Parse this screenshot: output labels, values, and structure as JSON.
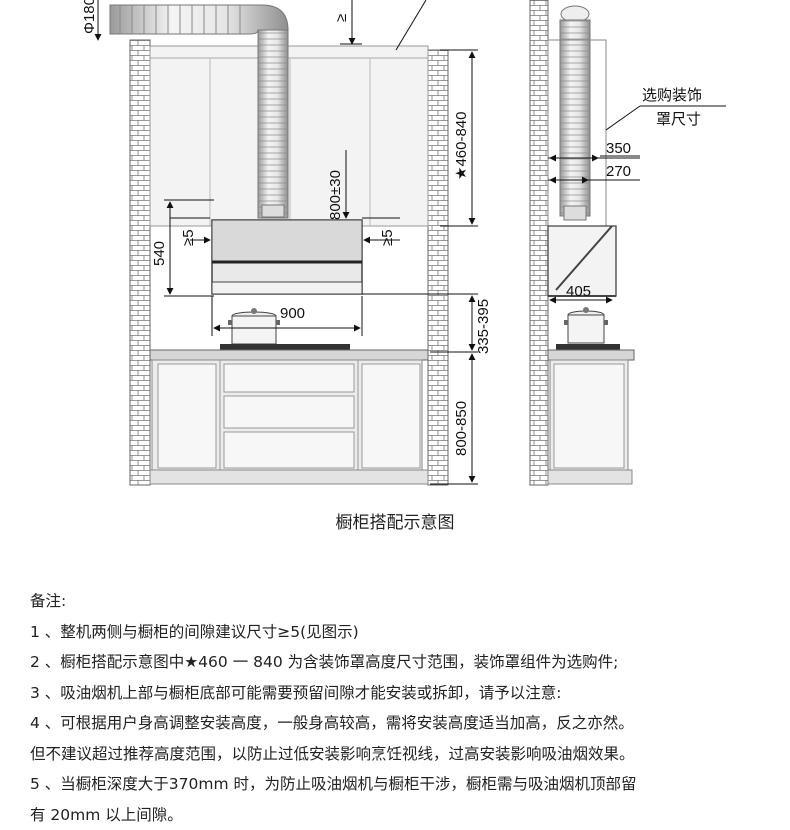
{
  "diagram": {
    "dims": {
      "pipe_dia": "Φ180",
      "gap_top": "≥",
      "range_right": "★460-840",
      "cover_height": "800±30",
      "hood_gap_left": "≥5",
      "hood_gap_right": "≥5",
      "hood_height": "540",
      "hood_width": "900",
      "stove_gap": "335-395",
      "counter_height": "800-850",
      "depth_350": "350",
      "depth_270": "270",
      "depth_405": "405"
    },
    "callout_line1": "选购装饰",
    "callout_line2": "罩尺寸"
  },
  "caption": "橱柜搭配示意图",
  "notes": {
    "title": "备注:",
    "lines": [
      "1 、整机两侧与橱柜的间隙建议尺寸≥5(见图示)",
      "2 、橱柜搭配示意图中★460 一 840 为含装饰罩高度尺寸范围，装饰罩组件为选购件;",
      "3 、吸油烟机上部与橱柜底部可能需要预留间隙才能安装或拆卸，请予以注意:",
      "4 、可根据用户身高调整安装高度，一般身高较高，需将安装高度适当加高，反之亦然。",
      "但不建议超过推荐高度范围，以防止过低安装影响烹饪视线，过高安装影响吸油烟效果。",
      "5 、当橱柜深度大于370mm 时，为防止吸油烟机与橱柜干涉，橱柜需与吸油烟机顶部留",
      "有 20mm 以上间隙。"
    ]
  }
}
